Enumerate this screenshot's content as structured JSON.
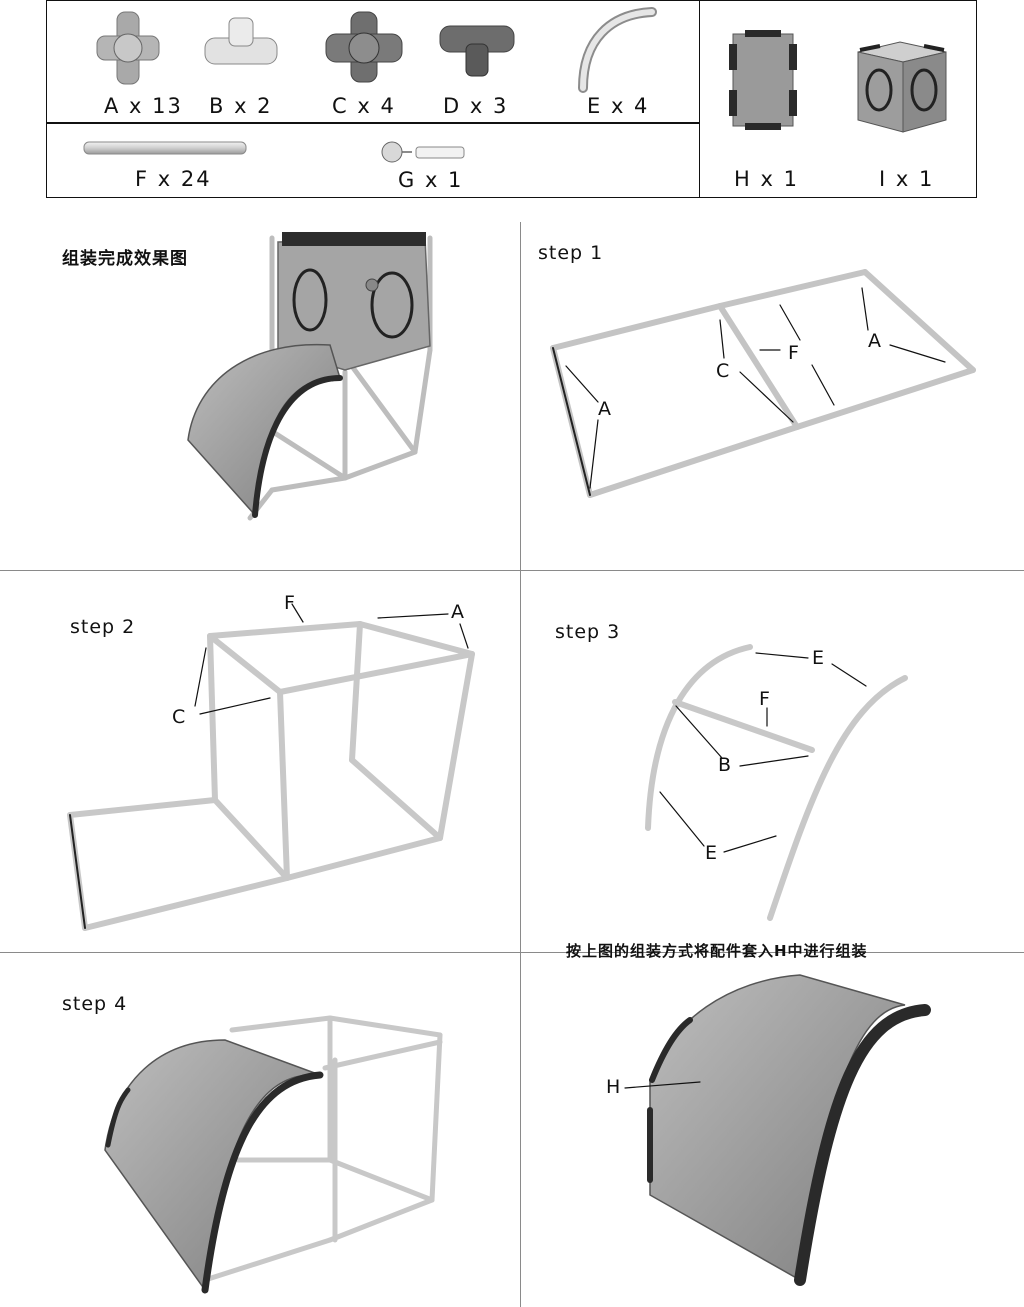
{
  "parts": [
    {
      "label": "A x 13"
    },
    {
      "label": "B x 2"
    },
    {
      "label": "C x 4"
    },
    {
      "label": "D x 3"
    },
    {
      "label": "E x 4"
    },
    {
      "label": "F x 24"
    },
    {
      "label": "G x 1"
    },
    {
      "label": "H x 1"
    },
    {
      "label": "I x 1"
    }
  ],
  "panels": {
    "finished": {
      "title": "组装完成效果图"
    },
    "step1": {
      "title": "step 1",
      "callouts": {
        "a": "A",
        "c": "C",
        "f": "F",
        "a2": "A"
      }
    },
    "step2": {
      "title": "step 2",
      "callouts": {
        "f": "F",
        "a": "A",
        "c": "C"
      }
    },
    "step3": {
      "title": "step 3",
      "callouts": {
        "e1": "E",
        "f": "F",
        "b": "B",
        "e2": "E"
      }
    },
    "step4": {
      "title": "step 4"
    },
    "final": {
      "title": "按上图的组装方式将配件套入H中进行组装",
      "callouts": {
        "h": "H"
      }
    }
  }
}
